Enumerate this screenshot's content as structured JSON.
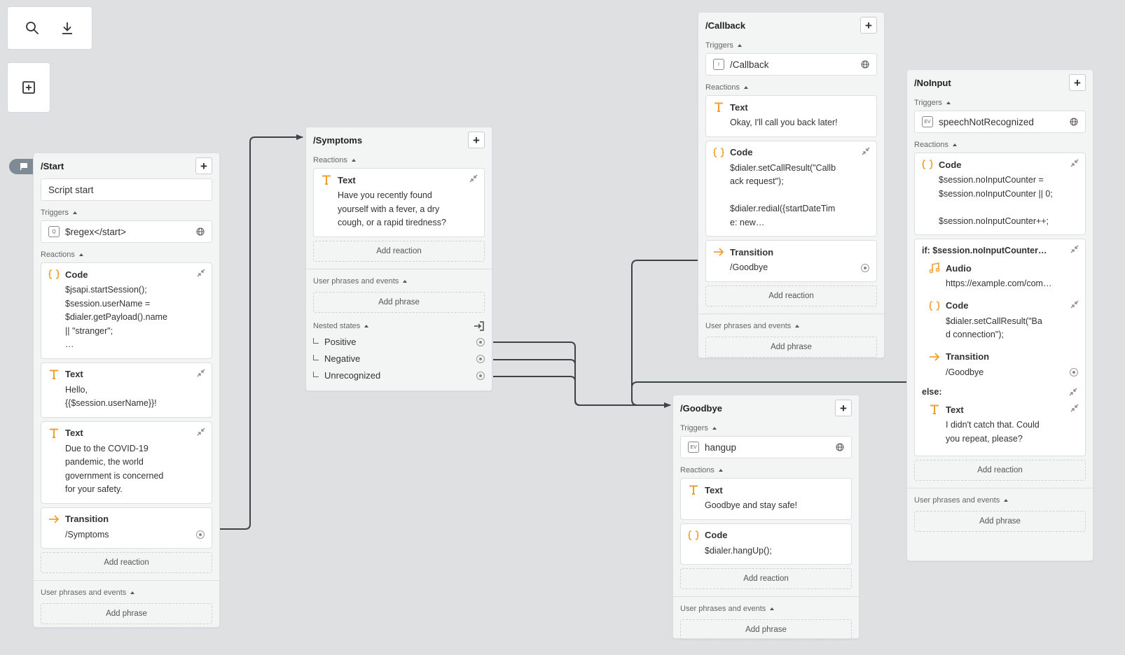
{
  "toolbar": {
    "search_icon": "search-icon",
    "download_icon": "download-icon",
    "add_state_icon": "add-box-icon"
  },
  "colors": {
    "accent": "#f0a030",
    "canvas": "#dfe0e2",
    "link": "#3d4349"
  },
  "start": {
    "title": "/Start",
    "label_field": "Script start",
    "triggers_label": "Triggers",
    "trigger": {
      "badge": "Q",
      "value": "$regex</start>"
    },
    "reactions_label": "Reactions",
    "code": {
      "title": "Code",
      "body": "$jsapi.startSession();\n    $session.userName =\n$dialer.getPayload().name\n|| \"stranger\";\n…"
    },
    "text1": {
      "title": "Text",
      "body": "Hello,\n{{$session.userName}}!"
    },
    "text2": {
      "title": "Text",
      "body": "Due to the COVID-19\npandemic, the world\ngovernment is concerned\nfor your safety."
    },
    "transition": {
      "title": "Transition",
      "target": "/Symptoms"
    },
    "add_reaction": "Add reaction",
    "phrases_label": "User phrases and events",
    "add_phrase": "Add phrase"
  },
  "symptoms": {
    "title": "/Symptoms",
    "reactions_label": "Reactions",
    "text": {
      "title": "Text",
      "body": "Have you recently found\nyourself with a fever, a dry\ncough, or a rapid tiredness?"
    },
    "add_reaction": "Add reaction",
    "phrases_label": "User phrases and events",
    "add_phrase": "Add phrase",
    "nested_label": "Nested states",
    "nested": [
      "Positive",
      "Negative",
      "Unrecognized"
    ]
  },
  "callback": {
    "title": "/Callback",
    "triggers_label": "Triggers",
    "trigger": {
      "badge": "I",
      "value": "/Callback"
    },
    "reactions_label": "Reactions",
    "text": {
      "title": "Text",
      "body": "Okay, I'll call you back later!"
    },
    "code": {
      "title": "Code",
      "body": "$dialer.setCallResult(\"Callb\nack request\");\n\n$dialer.redial({startDateTim\ne: new…"
    },
    "transition": {
      "title": "Transition",
      "target": "/Goodbye"
    },
    "add_reaction": "Add reaction",
    "phrases_label": "User phrases and events",
    "add_phrase": "Add phrase"
  },
  "goodbye": {
    "title": "/Goodbye",
    "triggers_label": "Triggers",
    "trigger": {
      "badge": "EV",
      "value": "hangup"
    },
    "reactions_label": "Reactions",
    "text": {
      "title": "Text",
      "body": "Goodbye and stay safe!"
    },
    "code": {
      "title": "Code",
      "body": "$dialer.hangUp();"
    },
    "add_reaction": "Add reaction",
    "phrases_label": "User phrases and events",
    "add_phrase": "Add phrase"
  },
  "noinput": {
    "title": "/NoInput",
    "triggers_label": "Triggers",
    "trigger": {
      "badge": "EV",
      "value": "speechNotRecognized"
    },
    "reactions_label": "Reactions",
    "code": {
      "title": "Code",
      "body": "$session.noInputCounter =\n$session.noInputCounter || 0;\n\n$session.noInputCounter++;"
    },
    "if_label": "if: $session.noInputCounter…",
    "audio": {
      "title": "Audio",
      "body": "https://example.com/com…"
    },
    "code2": {
      "title": "Code",
      "body": "$dialer.setCallResult(\"Ba\nd connection\");"
    },
    "transition": {
      "title": "Transition",
      "target": "/Goodbye"
    },
    "else_label": "else:",
    "text": {
      "title": "Text",
      "body": "I didn't catch that. Could\nyou repeat, please?"
    },
    "add_reaction": "Add reaction",
    "phrases_label": "User phrases and events",
    "add_phrase": "Add phrase"
  }
}
